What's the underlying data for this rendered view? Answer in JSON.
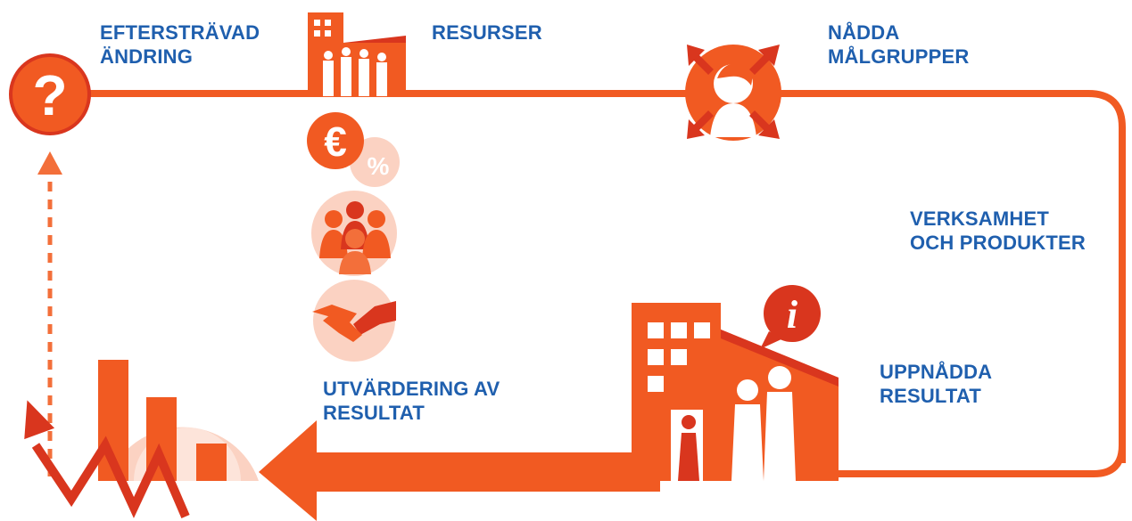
{
  "labels": {
    "desired_change": [
      "EFTERSTRÄVAD",
      "ÄNDRING"
    ],
    "resources": [
      "RESURSER"
    ],
    "target_groups": [
      "NÅDDA",
      "MÅLGRUPPER"
    ],
    "activities": [
      "VERKSAMHET",
      "OCH PRODUKTER"
    ],
    "results": [
      "UPPNÅDDA",
      "RESULTAT"
    ],
    "evaluation": [
      "UTVÄRDERING AV",
      "RESULTAT"
    ]
  },
  "icons": {
    "question": "?",
    "euro": "€",
    "percent": "%",
    "info": "i"
  },
  "colors": {
    "primary_orange": "#f15a22",
    "dark_red": "#d9361e",
    "light_orange": "#f7a58a",
    "pale_orange": "#fbd2c2",
    "label_blue": "#1f5fae"
  }
}
